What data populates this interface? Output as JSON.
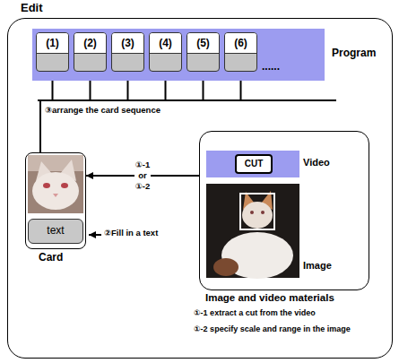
{
  "diagram": {
    "nodes": [
      {
        "text": [
          "Edit"
        ]
      },
      {
        "text": [
          "Program"
        ],
        "in": 0
      },
      {
        "text": [
          "(1)"
        ],
        "in": 1
      },
      {
        "text": [
          "(2)"
        ],
        "in": 1
      },
      {
        "text": [
          "(3)"
        ],
        "in": 1
      },
      {
        "text": [
          "(4)"
        ],
        "in": 1
      },
      {
        "text": [
          "(5)"
        ],
        "in": 1
      },
      {
        "text": [
          "(6)"
        ],
        "in": 1
      },
      {
        "text": [
          "Card"
        ],
        "in": 0
      },
      {
        "text": [
          "text"
        ],
        "in": 8
      },
      {
        "text": [
          "Image and video materials"
        ],
        "in": 0
      },
      {
        "text": [
          "Video"
        ],
        "in": 10
      },
      {
        "text": [
          "CUT"
        ],
        "in": 11
      }
    ],
    "edges": [
      {
        "from": 10,
        "to": 8,
        "arrow": "to",
        "label": "①-1 or ①-2"
      },
      {
        "from": 8,
        "to": 2,
        "arrow": "to"
      },
      {
        "from": 8,
        "to": 3,
        "arrow": "to"
      },
      {
        "from": 8,
        "to": 4,
        "arrow": "to"
      },
      {
        "from": 8,
        "to": 5,
        "arrow": "to"
      },
      {
        "from": 8,
        "to": 6,
        "arrow": "to"
      },
      {
        "from": 8,
        "to": 7,
        "arrow": "to"
      }
    ],
    "labels": [
      "③arrange the card sequence",
      "②Fill in a text",
      "Image",
      "......",
      "①-1 extract a cut from the video",
      "①-2 specify scale and range in the image"
    ]
  }
}
